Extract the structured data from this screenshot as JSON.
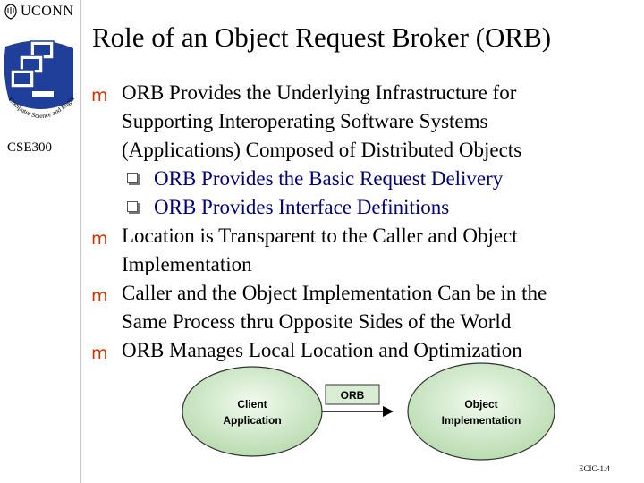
{
  "brand": {
    "name": "UCONN",
    "seal_text": "Computer Science and Engineering"
  },
  "course_code": "CSE300",
  "title": "Role of an Object Request Broker (ORB)",
  "bullets": [
    {
      "lines": [
        "ORB Provides the Underlying Infrastructure for",
        "Supporting Interoperating Software Systems",
        "(Applications) Composed of Distributed Objects"
      ],
      "subs": [
        "ORB Provides the Basic Request Delivery",
        "ORB Provides Interface Definitions"
      ]
    },
    {
      "lines": [
        "Location is Transparent to the Caller and Object",
        "Implementation"
      ],
      "subs": []
    },
    {
      "lines": [
        "Caller and the Object Implementation Can be in the",
        "Same Process thru Opposite Sides of the World"
      ],
      "subs": []
    },
    {
      "lines": [
        "ORB Manages Local Location and Optimization"
      ],
      "subs": []
    }
  ],
  "diagram": {
    "client": [
      "Client",
      "Application"
    ],
    "broker": "ORB",
    "target": [
      "Object",
      "Implementation"
    ]
  },
  "footer": "ECIC-1.4",
  "colors": {
    "bullet_mark": "#cc3300",
    "sub_text": "#00007a",
    "logo_blue": "#1f3f9a",
    "ellipse_green": "#c8e6c0"
  }
}
